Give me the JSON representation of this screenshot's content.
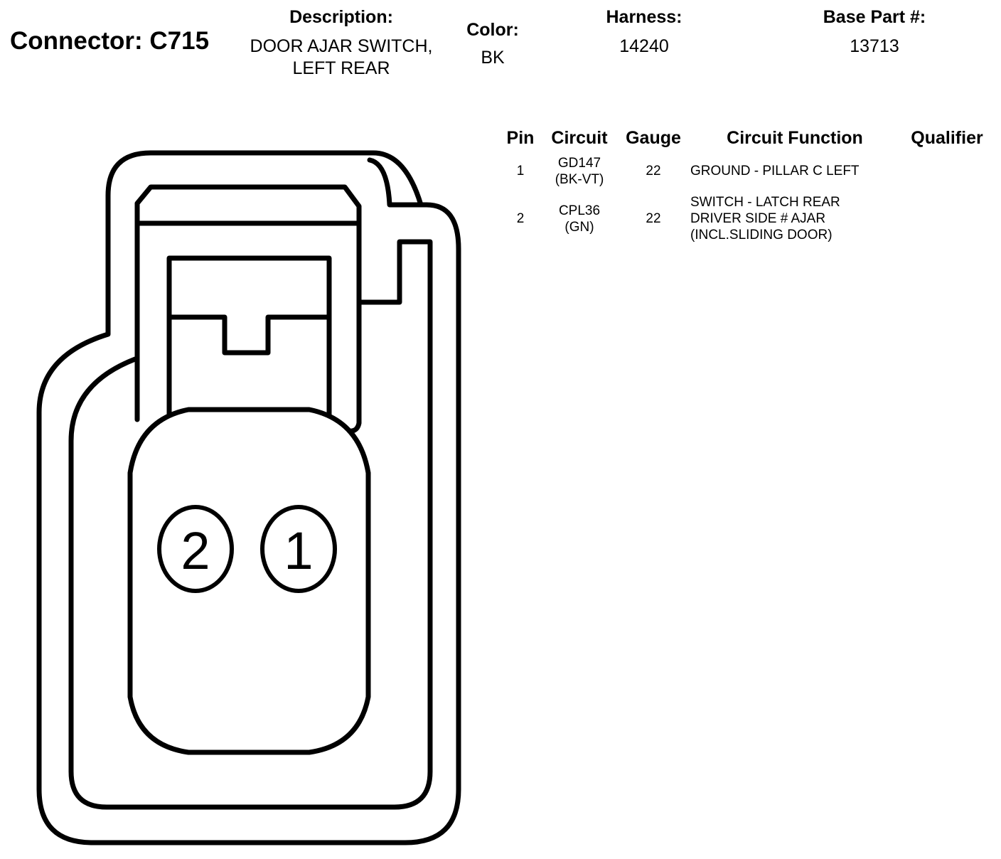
{
  "header": {
    "connector_label": "Connector: C715",
    "description_label": "Description:",
    "description_line1": "DOOR AJAR SWITCH,",
    "description_line2": "LEFT REAR",
    "color_label": "Color:",
    "color_value": "BK",
    "harness_label": "Harness:",
    "harness_value": "14240",
    "base_part_label": "Base Part #:",
    "base_part_value": "13713"
  },
  "table": {
    "columns": [
      "Pin",
      "Circuit",
      "Gauge",
      "Circuit Function",
      "Qualifier"
    ],
    "rows": [
      {
        "pin": "1",
        "circuit_line1": "GD147",
        "circuit_line2": "(BK-VT)",
        "gauge": "22",
        "function_line1": "GROUND - PILLAR C LEFT",
        "function_line2": "",
        "function_line3": "",
        "qualifier": ""
      },
      {
        "pin": "2",
        "circuit_line1": "CPL36",
        "circuit_line2": "(GN)",
        "gauge": "22",
        "function_line1": "SWITCH - LATCH REAR",
        "function_line2": "DRIVER SIDE # AJAR",
        "function_line3": "(INCL.SLIDING DOOR)",
        "qualifier": ""
      }
    ]
  },
  "diagram": {
    "pins": [
      {
        "label": "2"
      },
      {
        "label": "1"
      }
    ],
    "stroke_color": "#000000",
    "fill_color": "#ffffff"
  }
}
